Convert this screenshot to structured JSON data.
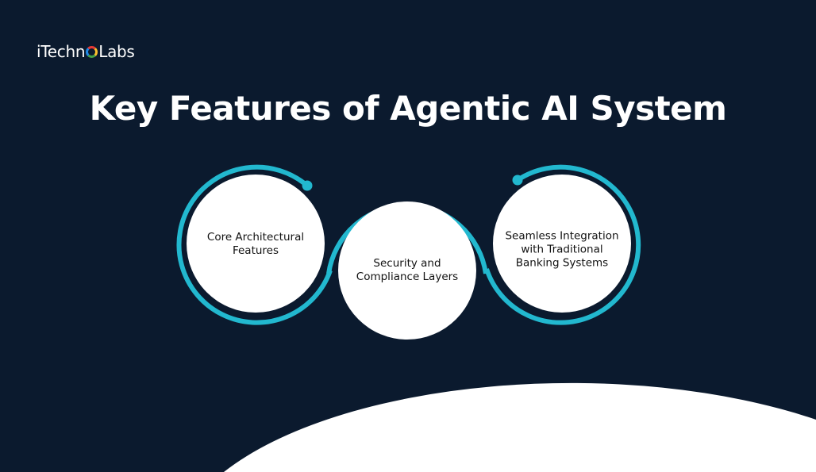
{
  "brand": {
    "name_left": "iTechn",
    "name_right": "Labs"
  },
  "title": "Key Features of Agentic AI System",
  "features": [
    {
      "label": "Core Architectural Features"
    },
    {
      "label": "Security and Compliance Layers"
    },
    {
      "label": "Seamless Integration with Traditional Banking Systems"
    }
  ],
  "colors": {
    "background": "#0b1a2e",
    "accent": "#22b8cf",
    "circle": "#ffffff"
  }
}
